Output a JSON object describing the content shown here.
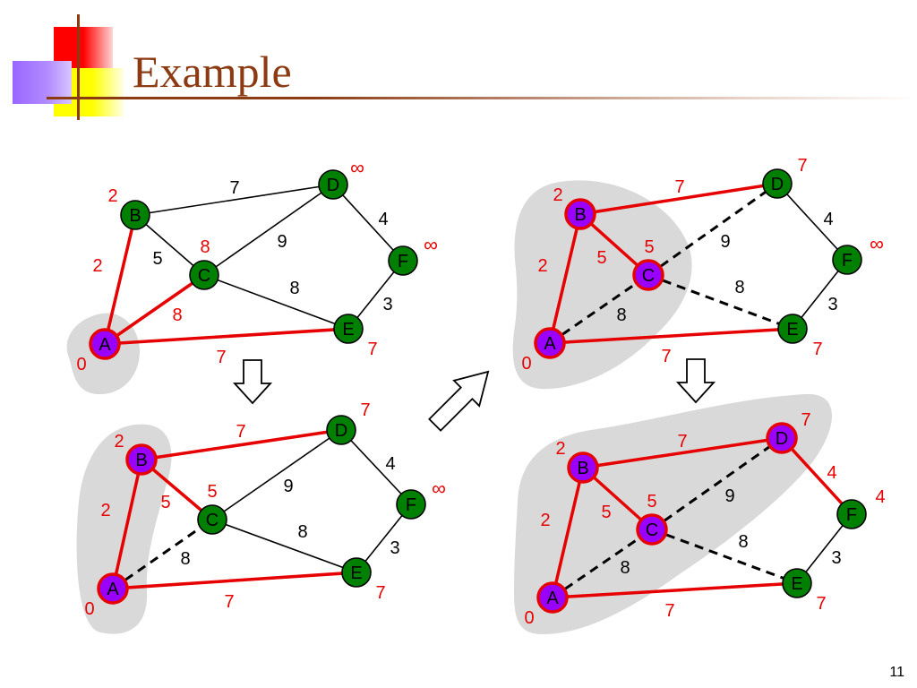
{
  "slide": {
    "title": "Example",
    "page_number": "11"
  },
  "colors": {
    "title": "#8B3A12",
    "title_rule": "#8B3A12",
    "deco_red": "#FF0000",
    "deco_yellow": "#FFFF00",
    "deco_purple": "#9966FF",
    "node_green": "#008000",
    "node_purple": "#9900FF",
    "tree_red": "#E60000",
    "highlight_gray": "#D9D9D9",
    "label_red": "#E60000"
  },
  "graphs": [
    {
      "id": "step-1",
      "nodes": [
        {
          "id": "A",
          "label": "A",
          "dist": "0",
          "selected": true
        },
        {
          "id": "B",
          "label": "B",
          "dist": "2",
          "selected": false
        },
        {
          "id": "C",
          "label": "C",
          "dist": "8",
          "selected": false
        },
        {
          "id": "D",
          "label": "D",
          "dist": "∞",
          "selected": false
        },
        {
          "id": "E",
          "label": "E",
          "dist": "7",
          "selected": false
        },
        {
          "id": "F",
          "label": "F",
          "dist": "∞",
          "selected": false
        }
      ],
      "edges": [
        {
          "from": "B",
          "to": "D",
          "weight": "7",
          "style": "normal"
        },
        {
          "from": "D",
          "to": "F",
          "weight": "4",
          "style": "normal"
        },
        {
          "from": "C",
          "to": "D",
          "weight": "9",
          "style": "normal"
        },
        {
          "from": "B",
          "to": "C",
          "weight": "5",
          "style": "normal"
        },
        {
          "from": "C",
          "to": "E",
          "weight": "8",
          "style": "normal"
        },
        {
          "from": "E",
          "to": "F",
          "weight": "3",
          "style": "normal"
        },
        {
          "from": "A",
          "to": "B",
          "weight": "2",
          "style": "tree"
        },
        {
          "from": "A",
          "to": "C",
          "weight": "8",
          "style": "tree"
        },
        {
          "from": "A",
          "to": "E",
          "weight": "7",
          "style": "tree"
        }
      ]
    },
    {
      "id": "step-2",
      "nodes": [
        {
          "id": "A",
          "label": "A",
          "dist": "0",
          "selected": true
        },
        {
          "id": "B",
          "label": "B",
          "dist": "2",
          "selected": true
        },
        {
          "id": "C",
          "label": "C",
          "dist": "5",
          "selected": false
        },
        {
          "id": "D",
          "label": "D",
          "dist": "7",
          "selected": false
        },
        {
          "id": "E",
          "label": "E",
          "dist": "7",
          "selected": false
        },
        {
          "id": "F",
          "label": "F",
          "dist": "∞",
          "selected": false
        }
      ],
      "edges": [
        {
          "from": "D",
          "to": "F",
          "weight": "4",
          "style": "normal"
        },
        {
          "from": "C",
          "to": "D",
          "weight": "9",
          "style": "normal"
        },
        {
          "from": "C",
          "to": "E",
          "weight": "8",
          "style": "normal"
        },
        {
          "from": "E",
          "to": "F",
          "weight": "3",
          "style": "normal"
        },
        {
          "from": "A",
          "to": "C",
          "weight": "8",
          "style": "dashed"
        },
        {
          "from": "A",
          "to": "B",
          "weight": "2",
          "style": "tree"
        },
        {
          "from": "B",
          "to": "D",
          "weight": "7",
          "style": "tree"
        },
        {
          "from": "B",
          "to": "C",
          "weight": "5",
          "style": "tree"
        },
        {
          "from": "A",
          "to": "E",
          "weight": "7",
          "style": "tree"
        }
      ]
    },
    {
      "id": "step-3",
      "nodes": [
        {
          "id": "A",
          "label": "A",
          "dist": "0",
          "selected": true
        },
        {
          "id": "B",
          "label": "B",
          "dist": "2",
          "selected": true
        },
        {
          "id": "C",
          "label": "C",
          "dist": "5",
          "selected": true
        },
        {
          "id": "D",
          "label": "D",
          "dist": "7",
          "selected": false
        },
        {
          "id": "E",
          "label": "E",
          "dist": "7",
          "selected": false
        },
        {
          "id": "F",
          "label": "F",
          "dist": "∞",
          "selected": false
        }
      ],
      "edges": [
        {
          "from": "D",
          "to": "F",
          "weight": "4",
          "style": "normal"
        },
        {
          "from": "E",
          "to": "F",
          "weight": "3",
          "style": "normal"
        },
        {
          "from": "C",
          "to": "D",
          "weight": "9",
          "style": "dashed"
        },
        {
          "from": "C",
          "to": "E",
          "weight": "8",
          "style": "dashed"
        },
        {
          "from": "A",
          "to": "C",
          "weight": "8",
          "style": "dashed"
        },
        {
          "from": "A",
          "to": "B",
          "weight": "2",
          "style": "tree"
        },
        {
          "from": "B",
          "to": "D",
          "weight": "7",
          "style": "tree"
        },
        {
          "from": "B",
          "to": "C",
          "weight": "5",
          "style": "tree"
        },
        {
          "from": "A",
          "to": "E",
          "weight": "7",
          "style": "tree"
        }
      ]
    },
    {
      "id": "step-4",
      "nodes": [
        {
          "id": "A",
          "label": "A",
          "dist": "0",
          "selected": true
        },
        {
          "id": "B",
          "label": "B",
          "dist": "2",
          "selected": true
        },
        {
          "id": "C",
          "label": "C",
          "dist": "5",
          "selected": true
        },
        {
          "id": "D",
          "label": "D",
          "dist": "7",
          "selected": true
        },
        {
          "id": "E",
          "label": "E",
          "dist": "7",
          "selected": false
        },
        {
          "id": "F",
          "label": "F",
          "dist": "4",
          "selected": false
        }
      ],
      "edges": [
        {
          "from": "E",
          "to": "F",
          "weight": "3",
          "style": "normal"
        },
        {
          "from": "C",
          "to": "D",
          "weight": "9",
          "style": "dashed"
        },
        {
          "from": "C",
          "to": "E",
          "weight": "8",
          "style": "dashed"
        },
        {
          "from": "A",
          "to": "C",
          "weight": "8",
          "style": "dashed"
        },
        {
          "from": "A",
          "to": "B",
          "weight": "2",
          "style": "tree"
        },
        {
          "from": "B",
          "to": "D",
          "weight": "7",
          "style": "tree"
        },
        {
          "from": "B",
          "to": "C",
          "weight": "5",
          "style": "tree"
        },
        {
          "from": "A",
          "to": "E",
          "weight": "7",
          "style": "tree"
        },
        {
          "from": "D",
          "to": "F",
          "weight": "4",
          "style": "tree"
        }
      ]
    }
  ],
  "arrows": [
    {
      "id": "arrow-down-left",
      "icon": "hollow-arrow-down-icon"
    },
    {
      "id": "arrow-diagonal",
      "icon": "hollow-arrow-up-right-icon"
    },
    {
      "id": "arrow-down-right",
      "icon": "hollow-arrow-down-icon"
    }
  ]
}
